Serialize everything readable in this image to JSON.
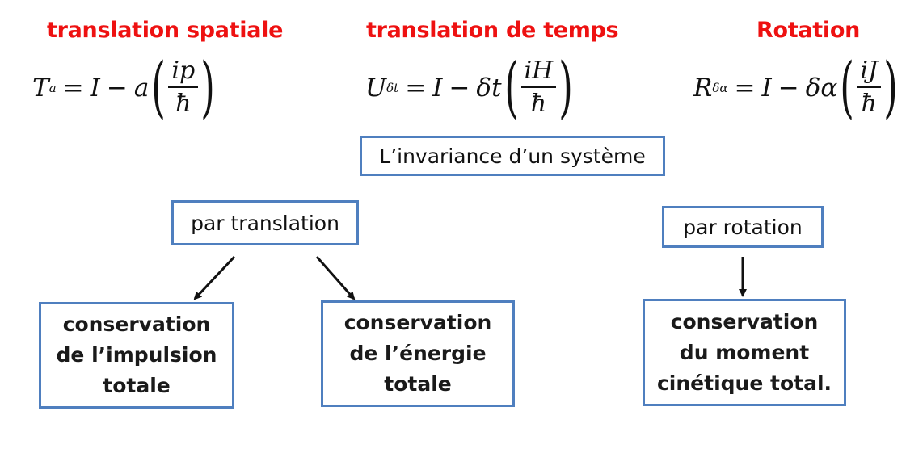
{
  "headings": {
    "spatial": "translation spatiale",
    "time": "translation de temps",
    "rotation": "Rotation"
  },
  "formulas": {
    "spatial": {
      "lhs": "T",
      "sub": "a",
      "identity": "I",
      "minus": "−",
      "coef": "a",
      "num": "ip",
      "den": "ħ"
    },
    "time": {
      "lhs": "U",
      "sub": "δt",
      "identity": "I",
      "minus": "−",
      "coef": "δt",
      "num": "iH",
      "den": "ħ"
    },
    "rotation": {
      "lhs": "R",
      "sub": "δα",
      "identity": "I",
      "minus": "−",
      "coef": "δα",
      "num": "iJ",
      "den": "ħ"
    }
  },
  "boxes": {
    "invariance": "L’invariance d’un système",
    "par_translation": "par translation",
    "par_rotation": "par rotation",
    "impulsion": [
      "conservation",
      "de l’impulsion",
      "totale"
    ],
    "energie": [
      "conservation",
      "de l’énergie",
      "totale"
    ],
    "moment": [
      "conservation",
      "du moment",
      "cinétique total."
    ]
  }
}
